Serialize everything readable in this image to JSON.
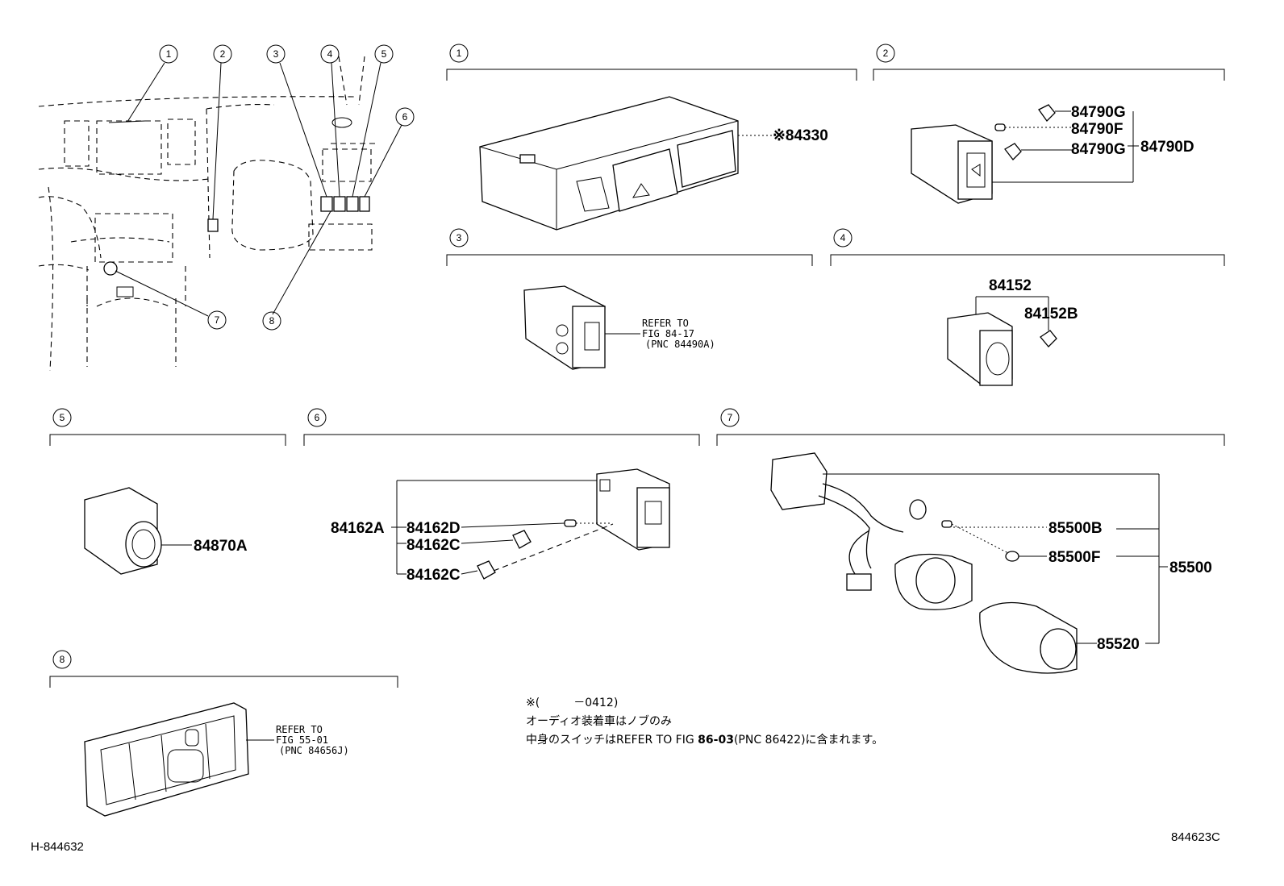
{
  "callouts": [
    "1",
    "2",
    "3",
    "4",
    "5",
    "6",
    "7",
    "8"
  ],
  "section1": {
    "number": "1",
    "part": "※84330"
  },
  "section2": {
    "number": "2",
    "parts": [
      "84790G",
      "84790F",
      "84790G",
      "84790D"
    ]
  },
  "section3": {
    "number": "3",
    "ref_lines": [
      "REFER TO",
      "FIG 84-17",
      "(PNC 84490A)"
    ]
  },
  "section4": {
    "number": "4",
    "parts": [
      "84152",
      "84152B"
    ]
  },
  "section5": {
    "number": "5",
    "part": "84870A"
  },
  "section6": {
    "number": "6",
    "parts": [
      "84162A",
      "84162D",
      "84162C",
      "84162C"
    ]
  },
  "section7": {
    "number": "7",
    "parts": [
      "85500B",
      "85500F",
      "85500",
      "85520"
    ]
  },
  "section8": {
    "number": "8",
    "ref_lines": [
      "REFER TO",
      "FIG 55-01",
      "(PNC 84656J)"
    ]
  },
  "note": {
    "line1": "※(　　　－0412)",
    "line2": "オーディオ装着車はノブのみ",
    "line3_a": "中身のスイッチはREFER TO FIG ",
    "line3_b": "86-03",
    "line3_c": "(PNC 86422)に含まれます。"
  },
  "footer": {
    "left_code": "H-844632",
    "right_code": "844623C"
  }
}
